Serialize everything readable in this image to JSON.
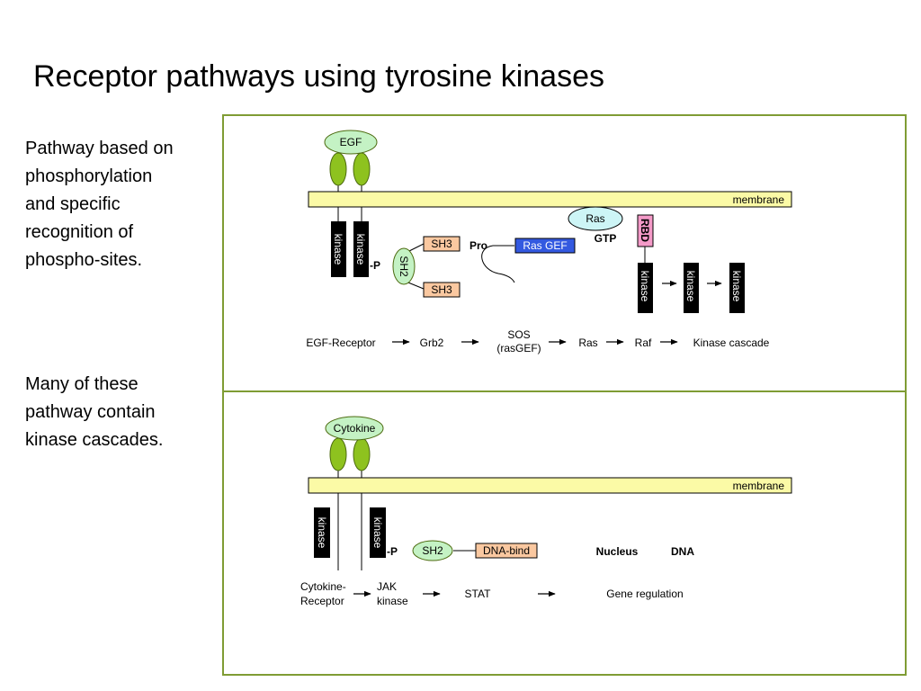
{
  "title": "Receptor pathways using tyrosine kinases",
  "side_text": {
    "paragraph1": [
      "Pathway based on",
      "phosphorylation",
      "and specific",
      "recognition of",
      "phospho-sites."
    ],
    "paragraph2": [
      "Many of these",
      "pathway contain",
      "kinase cascades."
    ]
  },
  "colors": {
    "frame": "#7f9c34",
    "ligand_fill": "#c4f2c4",
    "receptor_green": "#8ec21f",
    "membrane_fill": "#fbfaa6",
    "domain_orange": "#fac8a0",
    "ras_fill": "#cdf5f6",
    "rasgef_blue": "#3359e0",
    "rbd_pink": "#f49ac8",
    "kinase_black": "#000000"
  },
  "top_panel": {
    "ligand": "EGF",
    "membrane": "membrane",
    "kinase_left": "kinase",
    "kinase_right": "kinase",
    "phospho": "-P",
    "sh2": "SH2",
    "sh3_top": "SH3",
    "sh3_bottom": "SH3",
    "pro": "Pro",
    "ras_gef": "Ras GEF",
    "ras": "Ras",
    "gtp": "GTP",
    "rbd": "RBD",
    "cascade_kinases": [
      "kinase",
      "kinase",
      "kinase"
    ],
    "pathway": {
      "egf_receptor": "EGF-Receptor",
      "grb2": "Grb2",
      "sos_line1": "SOS",
      "sos_line2": "(rasGEF)",
      "ras": "Ras",
      "raf": "Raf",
      "kinase_cascade": "Kinase cascade"
    }
  },
  "bottom_panel": {
    "ligand": "Cytokine",
    "membrane": "membrane",
    "kinase_left": "kinase",
    "kinase_right": "kinase",
    "phospho": "-P",
    "sh2": "SH2",
    "dna_bind": "DNA-bind",
    "nucleus": "Nucleus",
    "dna": "DNA",
    "pathway": {
      "cytokine_receptor_line1": "Cytokine-",
      "cytokine_receptor_line2": "Receptor",
      "jak_line1": "JAK",
      "jak_line2": "kinase",
      "stat": "STAT",
      "gene_regulation": "Gene regulation"
    }
  }
}
